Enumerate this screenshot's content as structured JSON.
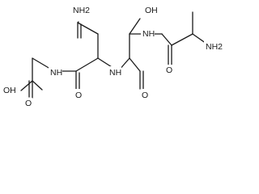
{
  "structure": {
    "atom_labels": {
      "nh2_top": "NH2",
      "oh_top": "OH",
      "nh_1": "NH",
      "nh_2": "NH",
      "nh_3": "NH",
      "nh2_right": "NH2",
      "o_1": "O",
      "o_2": "O",
      "o_3": "O",
      "o_4": "O",
      "oh_bottom": "OH"
    }
  }
}
